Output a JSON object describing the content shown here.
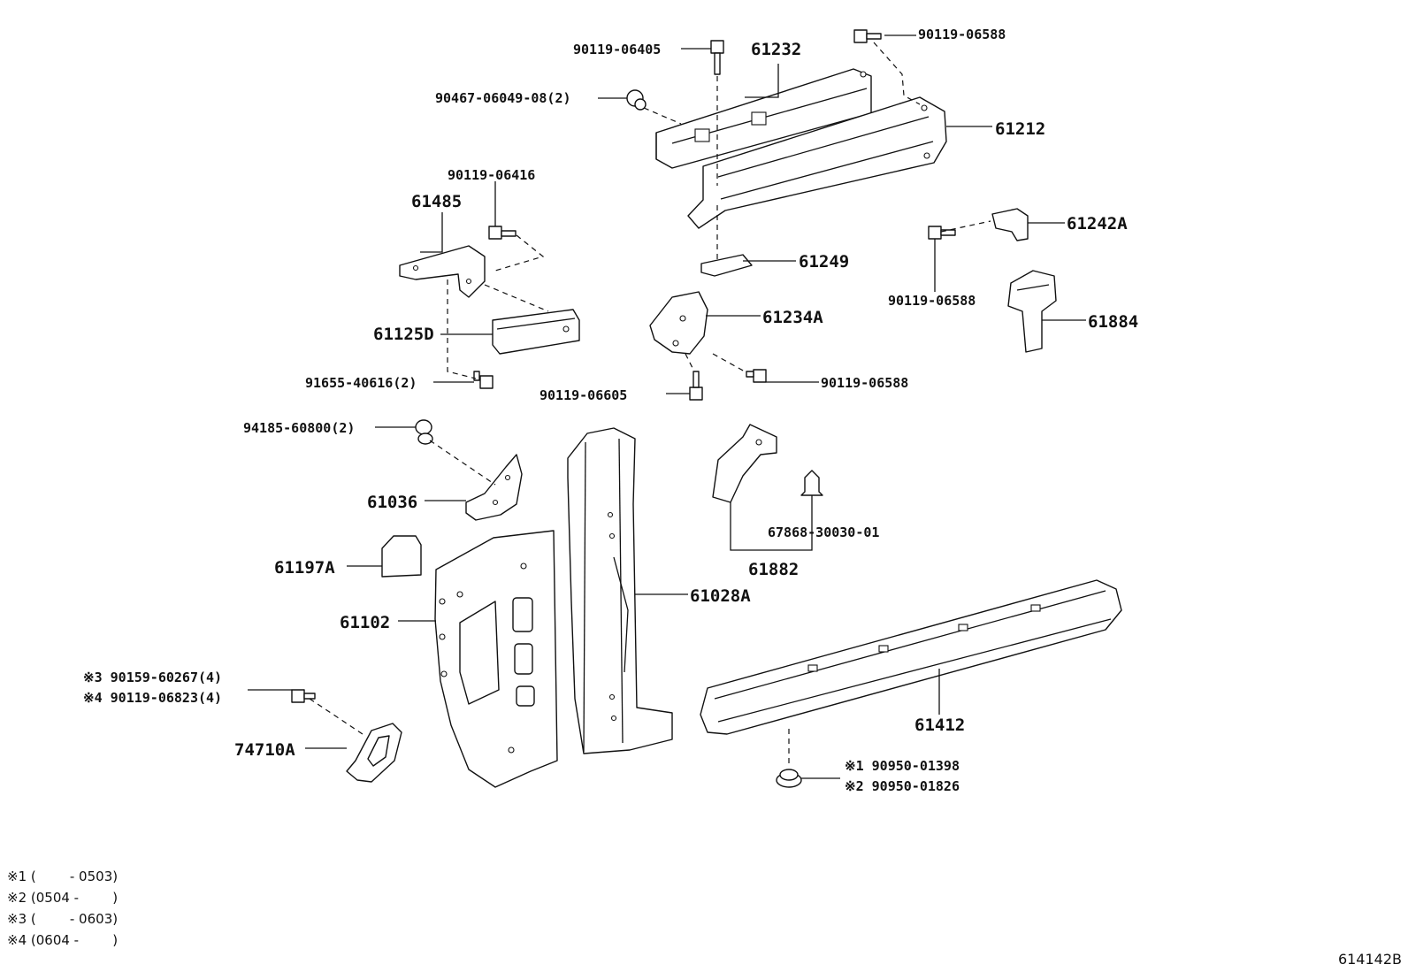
{
  "diagram_code": "614142B",
  "parts": {
    "p61232": "61232",
    "p61212": "61212",
    "p61485": "61485",
    "p61125D": "61125D",
    "p61249": "61249",
    "p61242A": "61242A",
    "p61884": "61884",
    "p61234A": "61234A",
    "p61036": "61036",
    "p61197A": "61197A",
    "p61102": "61102",
    "p61028A": "61028A",
    "p61882": "61882",
    "p61412": "61412",
    "p74710A": "74710A"
  },
  "fasteners": {
    "f90119_06405": "90119-06405",
    "f90119_06588_top": "90119-06588",
    "f90467": "90467-06049-08(2)",
    "f90119_06416": "90119-06416",
    "f90119_06588_right": "90119-06588",
    "f91655": "91655-40616(2)",
    "f90119_06605": "90119-06605",
    "f90119_06588_mid": "90119-06588",
    "f94185": "94185-60800(2)",
    "f67868": "67868-30030-01",
    "f90159": "※3 90159-60267(4)",
    "f90119_06823": "※4 90119-06823(4)",
    "f90950_01398": "※1 90950-01398",
    "f90950_01826": "※2 90950-01826"
  },
  "notes": [
    "※1 (        - 0503)",
    "※2 (0504 -        )",
    "※3 (        - 0603)",
    "※4 (0604 -        )"
  ]
}
